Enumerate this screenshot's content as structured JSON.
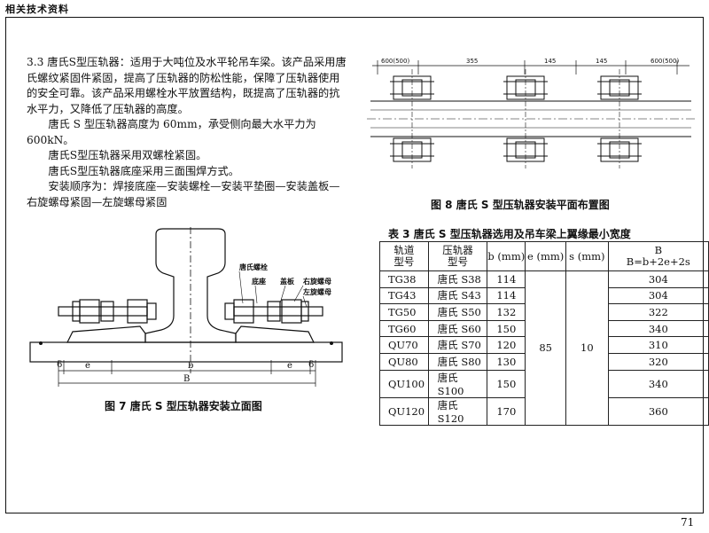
{
  "header": "相关技术资料",
  "page_number": "71",
  "body": {
    "p1": "3.3  唐氏S型压轨器：适用于大吨位及水平轮吊车梁。该产品采用唐氏螺纹紧固件紧固，提高了压轨器的防松性能，保障了压轨器使用的安全可靠。该产品采用螺栓水平放置结构，既提高了压轨器的抗水平力，又降低了压轨器的高度。",
    "p2": "唐氏 S 型压轨器高度为 60mm，承受侧向最大水平力为600kN。",
    "p3": "唐氏S型压轨器采用双螺栓紧固。",
    "p4": "唐氏S型压轨器底座采用三面围焊方式。",
    "p5": "安装顺序为：焊接底座—安装螺栓—安装平垫圈—安装盖板—右旋螺母紧固—左旋螺母紧固"
  },
  "fig7": {
    "caption": "图 7  唐氏 S 型压轨器安装立面图",
    "labels": {
      "bolt": "唐氏螺栓",
      "base": "底座",
      "cover": "盖板",
      "right_nut": "右旋螺母",
      "left_nut": "左旋螺母"
    },
    "dims": {
      "six": "6",
      "e": "e",
      "b": "b",
      "B": "B"
    }
  },
  "fig8": {
    "caption": "图 8  唐氏 S 型压轨器安装平面布置图",
    "dims": {
      "d1": "600(500)",
      "d2": "355",
      "d3": "145",
      "d4": "145",
      "d5": "600(500)"
    }
  },
  "table": {
    "caption": "表 3  唐氏 S 型压轨器选用及吊车梁上翼缘最小宽度",
    "headers": {
      "track_1": "轨道",
      "track_2": "型号",
      "clamp_1": "压轨器",
      "clamp_2": "型号",
      "b": "b (mm)",
      "e": "e (mm)",
      "s": "s (mm)",
      "B_1": "B",
      "B_2": "B=b+2e+2s"
    },
    "e_value": "85",
    "s_value": "10",
    "rows": [
      {
        "track": "TG38",
        "clamp": "唐氏 S38",
        "b": "114",
        "B": "304"
      },
      {
        "track": "TG43",
        "clamp": "唐氏 S43",
        "b": "114",
        "B": "304"
      },
      {
        "track": "TG50",
        "clamp": "唐氏 S50",
        "b": "132",
        "B": "322"
      },
      {
        "track": "TG60",
        "clamp": "唐氏 S60",
        "b": "150",
        "B": "340"
      },
      {
        "track": "QU70",
        "clamp": "唐氏 S70",
        "b": "120",
        "B": "310"
      },
      {
        "track": "QU80",
        "clamp": "唐氏 S80",
        "b": "130",
        "B": "320"
      },
      {
        "track": "QU100",
        "clamp": "唐氏 S100",
        "b": "150",
        "B": "340"
      },
      {
        "track": "QU120",
        "clamp": "唐氏 S120",
        "b": "170",
        "B": "360"
      }
    ]
  }
}
